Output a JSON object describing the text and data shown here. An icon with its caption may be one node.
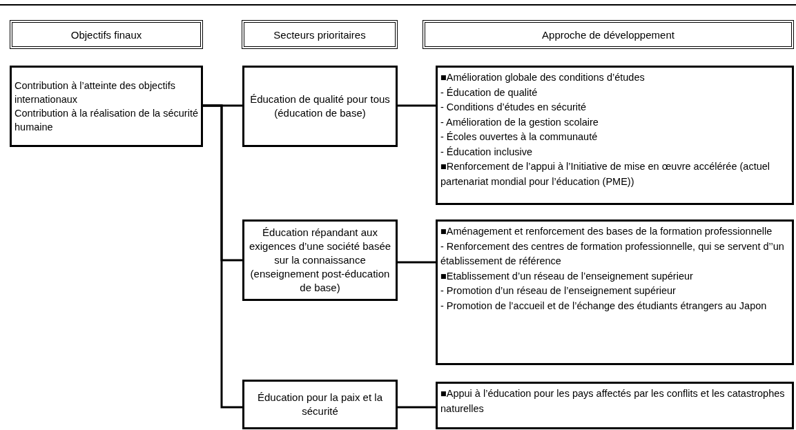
{
  "diagram": {
    "nodes": [
      {
        "text": [
          "Objectifs finaux"
        ]
      },
      {
        "text": [
          "Secteurs prioritaires"
        ]
      },
      {
        "text": [
          "Approche de développement"
        ]
      },
      {
        "text": [
          "Contribution à l’atteinte des objectifs internationaux",
          "Contribution à la réalisation de la sécurité humaine"
        ]
      },
      {
        "text": [
          "Éducation de qualité pour tous",
          "(éducation de base)"
        ]
      },
      {
        "text": [
          "Éducation répandant aux exigences d’une société basée sur la connaissance",
          "(enseignement post-éducation de base)"
        ]
      },
      {
        "text": [
          "Éducation pour la paix et la sécurité"
        ]
      },
      {
        "text": [
          "■Amélioration globale des conditions d’études",
          "- Éducation de qualité",
          "- Conditions d’études en sécurité",
          "- Amélioration de la gestion scolaire",
          "- Écoles ouvertes à la communauté",
          "- Éducation inclusive",
          "■Renforcement de l’appui à l’Initiative de mise en œuvre accélérée (actuel partenariat mondial pour l’éducation (PME))"
        ]
      },
      {
        "text": [
          "■Aménagement et renforcement des bases de la formation professionnelle",
          "- Renforcement des centres de formation professionnelle, qui se servent d’’un établissement de référence",
          "■Etablissement d’un réseau de l’enseignement supérieur",
          "- Promotion d’un réseau de l’enseignement supérieur",
          "- Promotion de l’accueil et de l’échange des étudiants étrangers au Japon"
        ]
      },
      {
        "text": [
          "■Appui à l’éducation pour les pays affectés par les conflits et les catastrophes naturelles"
        ]
      }
    ],
    "edges": [
      {
        "from": 3,
        "to": 4,
        "arrow": "none"
      },
      {
        "from": 3,
        "to": 5,
        "arrow": "none"
      },
      {
        "from": 3,
        "to": 6,
        "arrow": "none"
      },
      {
        "from": 4,
        "to": 7,
        "arrow": "none"
      },
      {
        "from": 5,
        "to": 8,
        "arrow": "none"
      },
      {
        "from": 6,
        "to": 9,
        "arrow": "none"
      }
    ]
  }
}
